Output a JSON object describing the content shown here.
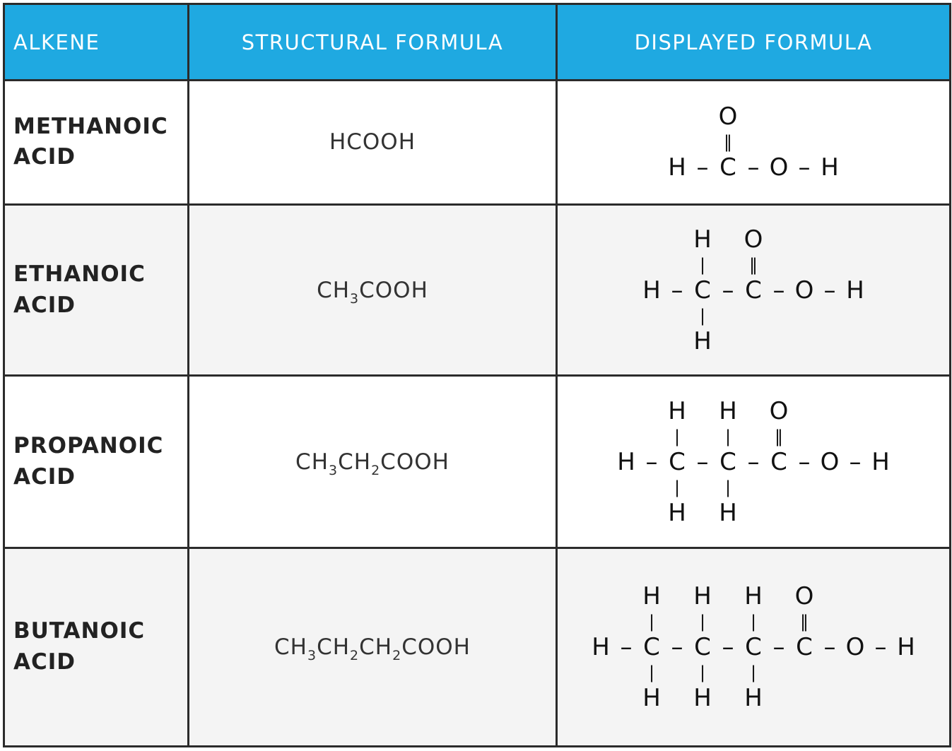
{
  "colors": {
    "header": "#1fa9e1",
    "row_alt": "#f4f4f4",
    "border": "#2b2b2b"
  },
  "headers": [
    "ALKENE",
    "STRUCTURAL FORMULA",
    "DISPLAYED FORMULA"
  ],
  "rows": [
    {
      "name_line1": "METHANOIC",
      "name_line2": "ACID",
      "structural": "HCOOH",
      "displayed": [
        [
          "",
          "",
          "O",
          "",
          "",
          "",
          ""
        ],
        [
          "",
          "",
          "‖",
          "",
          "",
          "",
          ""
        ],
        [
          "H",
          "–",
          "C",
          "–",
          "O",
          "–",
          "H"
        ]
      ]
    },
    {
      "name_line1": "ETHANOIC",
      "name_line2": "ACID",
      "structural": "CH3COOH",
      "displayed": [
        [
          "",
          "",
          "H",
          "",
          "O",
          "",
          "",
          "",
          ""
        ],
        [
          "",
          "",
          "|",
          "",
          "‖",
          "",
          "",
          "",
          ""
        ],
        [
          "H",
          "–",
          "C",
          "–",
          "C",
          "–",
          "O",
          "–",
          "H"
        ],
        [
          "",
          "",
          "|",
          "",
          "",
          "",
          "",
          "",
          ""
        ],
        [
          "",
          "",
          "H",
          "",
          "",
          "",
          "",
          "",
          ""
        ]
      ]
    },
    {
      "name_line1": "PROPANOIC",
      "name_line2": "ACID",
      "structural": "CH3CH2COOH",
      "displayed": [
        [
          "",
          "",
          "H",
          "",
          "H",
          "",
          "O",
          "",
          "",
          "",
          ""
        ],
        [
          "",
          "",
          "|",
          "",
          "|",
          "",
          "‖",
          "",
          "",
          "",
          ""
        ],
        [
          "H",
          "–",
          "C",
          "–",
          "C",
          "–",
          "C",
          "–",
          "O",
          "–",
          "H"
        ],
        [
          "",
          "",
          "|",
          "",
          "|",
          "",
          "",
          "",
          "",
          "",
          ""
        ],
        [
          "",
          "",
          "H",
          "",
          "H",
          "",
          "",
          "",
          "",
          "",
          ""
        ]
      ]
    },
    {
      "name_line1": "BUTANOIC",
      "name_line2": "ACID",
      "structural": "CH3CH2CH2COOH",
      "displayed": [
        [
          "",
          "",
          "H",
          "",
          "H",
          "",
          "H",
          "",
          "O",
          "",
          "",
          "",
          ""
        ],
        [
          "",
          "",
          "|",
          "",
          "|",
          "",
          "|",
          "",
          "‖",
          "",
          "",
          "",
          ""
        ],
        [
          "H",
          "–",
          "C",
          "–",
          "C",
          "–",
          "C",
          "–",
          "C",
          "–",
          "O",
          "–",
          "H"
        ],
        [
          "",
          "",
          "|",
          "",
          "|",
          "",
          "|",
          "",
          "",
          "",
          "",
          "",
          ""
        ],
        [
          "",
          "",
          "H",
          "",
          "H",
          "",
          "H",
          "",
          "",
          "",
          "",
          "",
          ""
        ]
      ]
    }
  ]
}
